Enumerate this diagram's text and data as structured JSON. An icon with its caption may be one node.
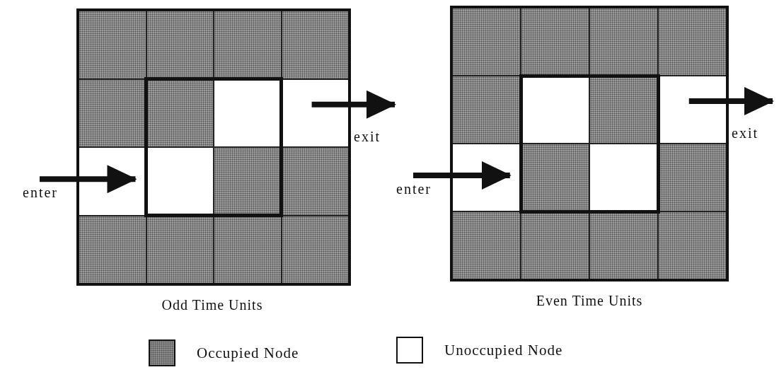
{
  "diagram": {
    "nodes": [
      {
        "text": [],
        "shape": "box",
        "beside": [
          "Odd Time Units"
        ]
      },
      {
        "text": [],
        "shape": "box",
        "in": 0
      },
      {
        "text": [],
        "shape": "box",
        "in": 0
      },
      {
        "text": [],
        "shape": "box",
        "in": 0
      },
      {
        "text": [],
        "shape": "box",
        "in": 0
      },
      {
        "text": [],
        "shape": "box",
        "in": 0
      },
      {
        "text": [],
        "shape": "box",
        "in": 0
      },
      {
        "text": [],
        "shape": "box",
        "in": 0
      },
      {
        "text": [],
        "shape": "box",
        "in": 0
      },
      {
        "text": [],
        "shape": "box",
        "in": 0
      },
      {
        "text": [],
        "shape": "box",
        "in": 0
      },
      {
        "text": [],
        "shape": "box",
        "in": 0
      },
      {
        "text": [],
        "shape": "box",
        "in": 0
      },
      {
        "text": [],
        "shape": "box",
        "in": 0
      },
      {
        "text": [],
        "shape": "box",
        "in": 0
      },
      {
        "text": [],
        "shape": "box",
        "in": 0
      },
      {
        "text": [],
        "shape": "box",
        "in": 0
      },
      {
        "text": [],
        "shape": "box",
        "beside": [
          "Even Time Units"
        ]
      },
      {
        "text": [],
        "shape": "box",
        "in": 17
      },
      {
        "text": [],
        "shape": "box",
        "in": 17
      },
      {
        "text": [],
        "shape": "box",
        "in": 17
      },
      {
        "text": [],
        "shape": "box",
        "in": 17
      },
      {
        "text": [],
        "shape": "box",
        "in": 17
      },
      {
        "text": [],
        "shape": "box",
        "in": 17
      },
      {
        "text": [],
        "shape": "box",
        "in": 17
      },
      {
        "text": [],
        "shape": "box",
        "in": 17
      },
      {
        "text": [],
        "shape": "box",
        "in": 17
      },
      {
        "text": [],
        "shape": "box",
        "in": 17
      },
      {
        "text": [],
        "shape": "box",
        "in": 17
      },
      {
        "text": [],
        "shape": "box",
        "in": 17
      },
      {
        "text": [],
        "shape": "box",
        "in": 17
      },
      {
        "text": [],
        "shape": "box",
        "in": 17
      },
      {
        "text": [],
        "shape": "box",
        "in": 17
      },
      {
        "text": [],
        "shape": "box",
        "in": 17
      }
    ],
    "edges": [
      {
        "from": null,
        "to": 9,
        "arrow": "to",
        "label": "enter"
      },
      {
        "from": 8,
        "to": null,
        "arrow": "to",
        "label": "exit"
      },
      {
        "from": null,
        "to": 26,
        "arrow": "to",
        "label": "enter"
      },
      {
        "from": 25,
        "to": null,
        "arrow": "to",
        "label": "exit"
      }
    ],
    "legend": [
      {
        "text": "Occupied Node",
        "color": "#8c8c8c"
      },
      {
        "text": "Unoccupied Node",
        "color": "#ffffff"
      }
    ]
  }
}
